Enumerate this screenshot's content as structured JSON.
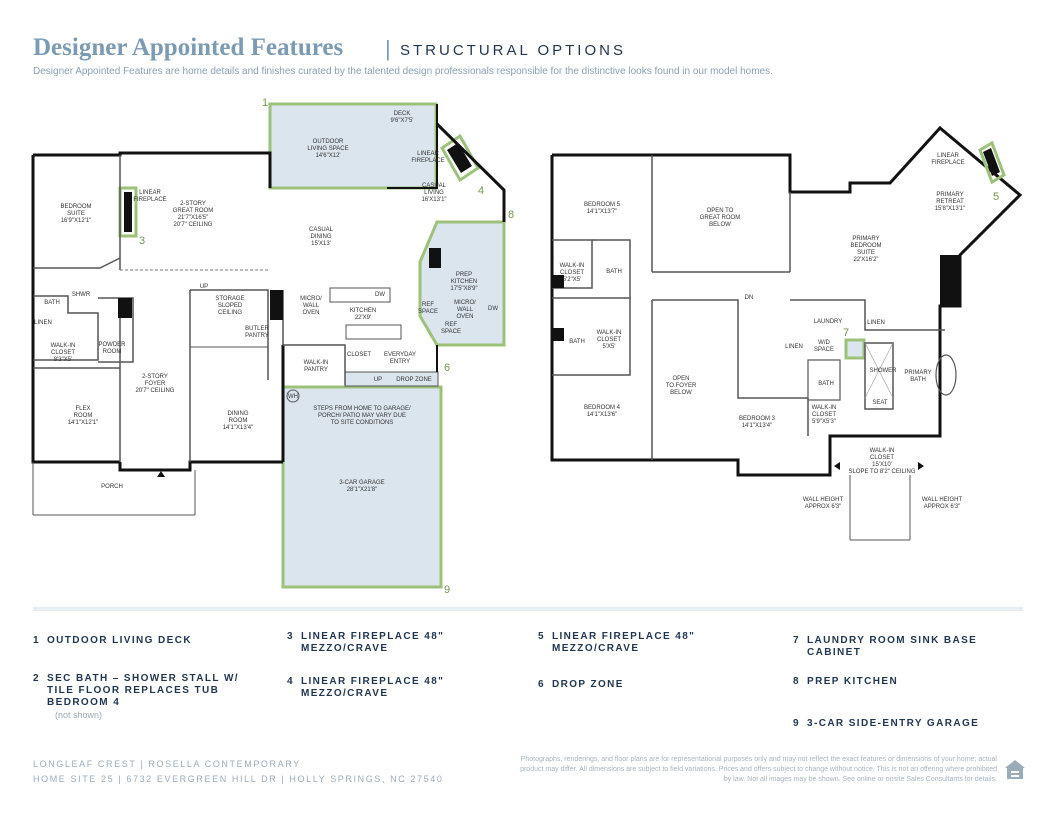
{
  "header": {
    "title": "Designer Appointed Features",
    "separator": "|",
    "subtitle": "STRUCTURAL OPTIONS",
    "intro": "Designer Appointed Features are home details and finishes curated by the talented design professionals responsible for the distinctive looks found in our model homes."
  },
  "colors": {
    "title": "#7b9bb5",
    "highlight": "#9cc27a",
    "fill": "#dbe5ee",
    "wall": "#111111"
  },
  "first_floor": {
    "rooms": [
      {
        "name": "bedroom-suite",
        "lines": [
          "BEDROOM",
          "SUITE",
          "16'9\"X12'1\""
        ]
      },
      {
        "name": "great-room",
        "lines": [
          "2-STORY",
          "GREAT ROOM",
          "21'7\"X16'5\"",
          "20'7\" CEILING"
        ]
      },
      {
        "name": "outdoor-living",
        "lines": [
          "OUTDOOR",
          "LIVING SPACE",
          "14'6\"X12'"
        ]
      },
      {
        "name": "deck",
        "lines": [
          "DECK",
          "9'6\"X7'5'"
        ]
      },
      {
        "name": "casual-living",
        "lines": [
          "CASUAL",
          "LIVING",
          "16'X13'1\""
        ]
      },
      {
        "name": "casual-dining",
        "lines": [
          "CASUAL",
          "DINING",
          "15'X13'"
        ]
      },
      {
        "name": "prep-kitchen",
        "lines": [
          "PREP",
          "KITCHEN",
          "17'5\"X8'9\""
        ]
      },
      {
        "name": "kitchen",
        "lines": [
          "KITCHEN",
          "22'X9'"
        ]
      },
      {
        "name": "bath-1",
        "lines": [
          "BATH"
        ]
      },
      {
        "name": "shwr",
        "lines": [
          "SHWR"
        ]
      },
      {
        "name": "linen-1",
        "lines": [
          "LINEN"
        ]
      },
      {
        "name": "walk-in-closet-1",
        "lines": [
          "WALK-IN",
          "CLOSET",
          "8'3\"X5'"
        ]
      },
      {
        "name": "powder-room",
        "lines": [
          "POWDER",
          "ROOM"
        ]
      },
      {
        "name": "storage",
        "lines": [
          "STORAGE",
          "SLOPED",
          "CEILING"
        ]
      },
      {
        "name": "butler-pantry",
        "lines": [
          "BUTLER",
          "PANTRY"
        ]
      },
      {
        "name": "micro-wall-oven-1",
        "lines": [
          "MICRO/",
          "WALL",
          "OVEN"
        ]
      },
      {
        "name": "micro-wall-oven-2",
        "lines": [
          "MICRO/",
          "WALL",
          "OVEN"
        ]
      },
      {
        "name": "walk-in-pantry",
        "lines": [
          "WALK-IN",
          "PANTRY"
        ]
      },
      {
        "name": "closet-1",
        "lines": [
          "CLOSET"
        ]
      },
      {
        "name": "everyday-entry",
        "lines": [
          "EVERYDAY",
          "ENTRY"
        ]
      },
      {
        "name": "drop-zone",
        "lines": [
          "DROP ZONE"
        ]
      },
      {
        "name": "foyer",
        "lines": [
          "2-STORY",
          "FOYER",
          "20'7\" CEILING"
        ]
      },
      {
        "name": "flex-room",
        "lines": [
          "FLEX",
          "ROOM",
          "14'1\"X12'1\""
        ]
      },
      {
        "name": "dining-room",
        "lines": [
          "DINING",
          "ROOM",
          "14'1\"X13'4\""
        ]
      },
      {
        "name": "garage",
        "lines": [
          "3-CAR GARAGE",
          "28'1\"X21'8\""
        ]
      },
      {
        "name": "garage-note",
        "lines": [
          "STEPS FROM HOME TO GARAGE/",
          "PORCH/ PATIO MAY VARY DUE",
          "TO SITE CONDITIONS"
        ]
      },
      {
        "name": "porch",
        "lines": [
          "PORCH"
        ]
      },
      {
        "name": "linear-fp-1",
        "lines": [
          "LINEAR",
          "FIREPLACE"
        ]
      },
      {
        "name": "linear-fp-2",
        "lines": [
          "LINEAR",
          "FIREPLACE"
        ]
      },
      {
        "name": "ref-1",
        "lines": [
          "REF",
          "SPACE"
        ]
      },
      {
        "name": "ref-2",
        "lines": [
          "REF",
          "SPACE"
        ]
      },
      {
        "name": "dw-1",
        "lines": [
          "DW"
        ]
      },
      {
        "name": "dw-2",
        "lines": [
          "DW"
        ]
      },
      {
        "name": "up-1",
        "lines": [
          "UP"
        ]
      },
      {
        "name": "up-2",
        "lines": [
          "UP"
        ]
      },
      {
        "name": "wh",
        "lines": [
          "WH"
        ]
      }
    ]
  },
  "second_floor": {
    "rooms": [
      {
        "name": "bedroom-5",
        "lines": [
          "BEDROOM 5",
          "14'1\"X13'7\""
        ]
      },
      {
        "name": "open-great-room",
        "lines": [
          "OPEN TO",
          "GREAT ROOM",
          "BELOW"
        ]
      },
      {
        "name": "primary-retreat",
        "lines": [
          "PRIMARY",
          "RETREAT",
          "15'8\"X13'1\""
        ]
      },
      {
        "name": "linear-fp-3",
        "lines": [
          "LINEAR",
          "FIREPLACE"
        ]
      },
      {
        "name": "primary-suite",
        "lines": [
          "PRIMARY",
          "BEDROOM",
          "SUITE",
          "22'X16'2\""
        ]
      },
      {
        "name": "walk-in-closet-2",
        "lines": [
          "WALK-IN",
          "CLOSET",
          "5'2\"X5'"
        ]
      },
      {
        "name": "bath-2",
        "lines": [
          "BATH"
        ]
      },
      {
        "name": "bath-3",
        "lines": [
          "BATH"
        ]
      },
      {
        "name": "walk-in-closet-3",
        "lines": [
          "WALK-IN",
          "CLOSET",
          "5'X5'"
        ]
      },
      {
        "name": "dn",
        "lines": [
          "DN"
        ]
      },
      {
        "name": "laundry",
        "lines": [
          "LAUNDRY"
        ]
      },
      {
        "name": "linen-2",
        "lines": [
          "LINEN"
        ]
      },
      {
        "name": "linen-3",
        "lines": [
          "LINEN"
        ]
      },
      {
        "name": "wd-space",
        "lines": [
          "W/D",
          "SPACE"
        ]
      },
      {
        "name": "shower",
        "lines": [
          "SHOWER"
        ]
      },
      {
        "name": "seat",
        "lines": [
          "SEAT"
        ]
      },
      {
        "name": "primary-bath",
        "lines": [
          "PRIMARY",
          "BATH"
        ]
      },
      {
        "name": "bath-4",
        "lines": [
          "BATH"
        ]
      },
      {
        "name": "walk-in-closet-4",
        "lines": [
          "WALK-IN",
          "CLOSET",
          "5'9\"X5'3\""
        ]
      },
      {
        "name": "bedroom-4",
        "lines": [
          "BEDROOM 4",
          "14'1\"X13'6\""
        ]
      },
      {
        "name": "open-foyer",
        "lines": [
          "OPEN",
          "TO FOYER",
          "BELOW"
        ]
      },
      {
        "name": "bedroom-3",
        "lines": [
          "BEDROOM 3",
          "14'1\"X13'4\""
        ]
      },
      {
        "name": "walk-in-closet-5",
        "lines": [
          "WALK-IN",
          "CLOSET",
          "15'X10'",
          "SLOPE TO 8'2\" CEILING"
        ]
      },
      {
        "name": "wall-height-left",
        "lines": [
          "WALL HEIGHT",
          "APPROX 6'3\""
        ]
      },
      {
        "name": "wall-height-right",
        "lines": [
          "WALL HEIGHT",
          "APPROX 6'3\""
        ]
      }
    ]
  },
  "markers": [
    "1",
    "2",
    "3",
    "4",
    "5",
    "6",
    "7",
    "8",
    "9"
  ],
  "legend": [
    {
      "n": "1",
      "text": "OUTDOOR LIVING DECK"
    },
    {
      "n": "2",
      "text": "SEC BATH – SHOWER STALL W/ TILE FLOOR REPLACES TUB BEDROOM 4",
      "note": "(not shown)"
    },
    {
      "n": "3",
      "text": "LINEAR FIREPLACE 48\" MEZZO/CRAVE"
    },
    {
      "n": "4",
      "text": "LINEAR FIREPLACE 48\" MEZZO/CRAVE"
    },
    {
      "n": "5",
      "text": "LINEAR FIREPLACE 48\" MEZZO/CRAVE"
    },
    {
      "n": "6",
      "text": "DROP ZONE"
    },
    {
      "n": "7",
      "text": "LAUNDRY ROOM SINK BASE CABINET"
    },
    {
      "n": "8",
      "text": "PREP KITCHEN"
    },
    {
      "n": "9",
      "text": "3-CAR SIDE-ENTRY GARAGE"
    }
  ],
  "footer": {
    "community": "LONGLEAF CREST | ROSELLA CONTEMPORARY",
    "address": "HOME SITE 25 | 6732 EVERGREEN HILL DR | HOLLY SPRINGS, NC 27540",
    "disclaimer": "Photographs, renderings, and floor plans are for representational purposes only and may not reflect the exact features or dimensions of your home; actual product may differ. All dimensions are subject to field variations. Prices and offers subject to change without notice. This is not an offering where prohibited by law. Not all images may be shown. See online or onsite Sales Consultants for details.",
    "icon": "equal-housing-icon"
  }
}
